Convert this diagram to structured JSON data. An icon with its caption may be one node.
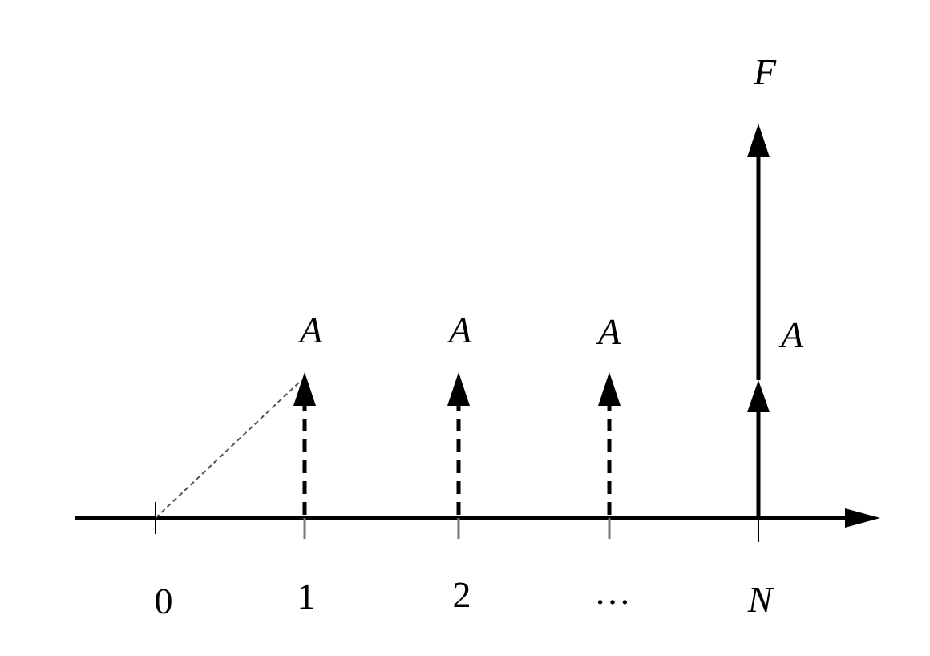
{
  "diagram": {
    "labels": [
      "F",
      "A",
      "A",
      "A",
      "A",
      "0",
      "1",
      "2",
      "…",
      "N"
    ]
  }
}
